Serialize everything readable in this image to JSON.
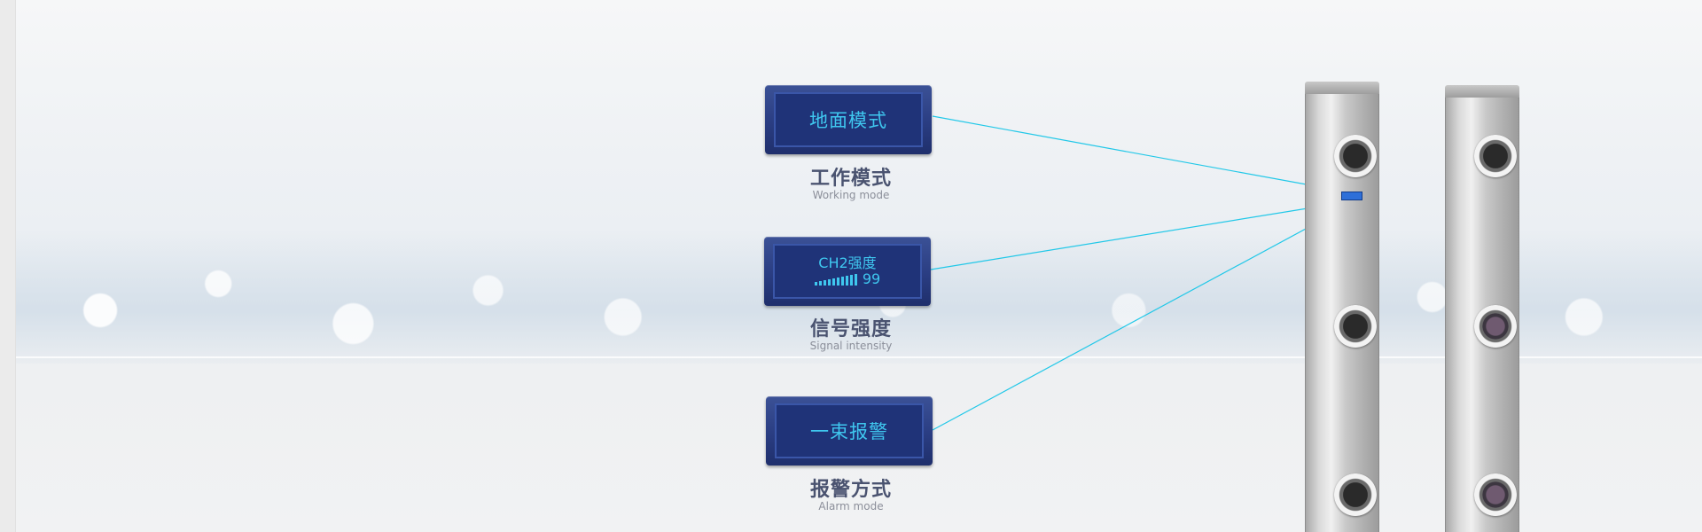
{
  "panels": [
    {
      "screen_text": "地面模式",
      "label_cn": "工作模式",
      "label_en": "Working mode"
    },
    {
      "screen_title": "CH2强度",
      "signal_value": "99",
      "label_cn": "信号强度",
      "label_en": "Signal intensity"
    },
    {
      "screen_text": "一束报警",
      "label_cn": "报警方式",
      "label_en": "Alarm mode"
    }
  ],
  "signal_level": {
    "bars_filled": 10,
    "bars_total": 10
  },
  "colors": {
    "screen_text": "#3fc7ef",
    "panel_blue": "#2a3d82",
    "connector_line": "#22c8e8",
    "label_dark": "#4a5370",
    "label_light": "#8b8f9a"
  },
  "icons": [
    "signal-strength-icon",
    "infrared-lens-icon"
  ]
}
